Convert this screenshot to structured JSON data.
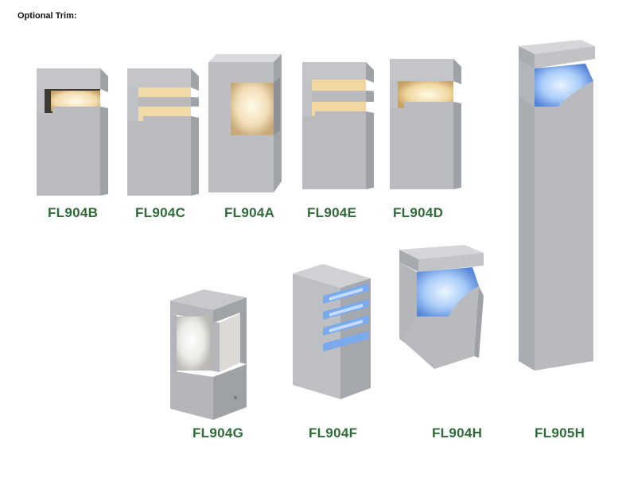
{
  "heading": "Optional Trim:",
  "colors": {
    "label_green": "#2e6b38",
    "housing": "#b7b9bd",
    "warm_light": "#f6e7c6",
    "blue_light": "#8fbfff"
  },
  "products": [
    {
      "model": "FL904B",
      "light": "warm"
    },
    {
      "model": "FL904C",
      "light": "warm"
    },
    {
      "model": "FL904A",
      "light": "warm"
    },
    {
      "model": "FL904E",
      "light": "warm"
    },
    {
      "model": "FL904D",
      "light": "warm"
    },
    {
      "model": "FL904G",
      "light": "white"
    },
    {
      "model": "FL904F",
      "light": "blue"
    },
    {
      "model": "FL904H",
      "light": "blue"
    },
    {
      "model": "FL905H",
      "light": "blue"
    }
  ]
}
